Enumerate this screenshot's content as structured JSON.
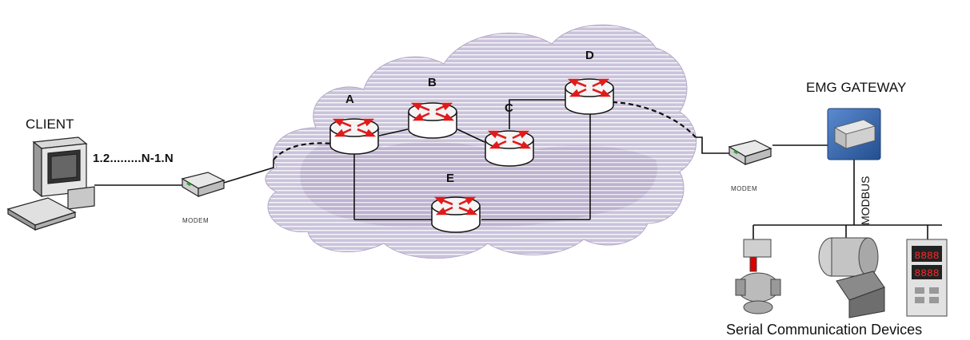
{
  "client": {
    "label": "CLIENT",
    "sequence": "1.2.........N-1.N"
  },
  "modem": {
    "label": "MODEM"
  },
  "routers": [
    "A",
    "B",
    "C",
    "D",
    "E"
  ],
  "gateway": {
    "label": "EMG GATEWAY"
  },
  "bus": {
    "label": "MODBUS"
  },
  "devices": {
    "label": "Serial Communication Devices"
  },
  "colors": {
    "cloud": "#c9c1d9",
    "cloud_stripe": "#ffffff",
    "router_arrow": "#e01b1b",
    "line": "#111111",
    "gateway": "#3d6fb5"
  }
}
